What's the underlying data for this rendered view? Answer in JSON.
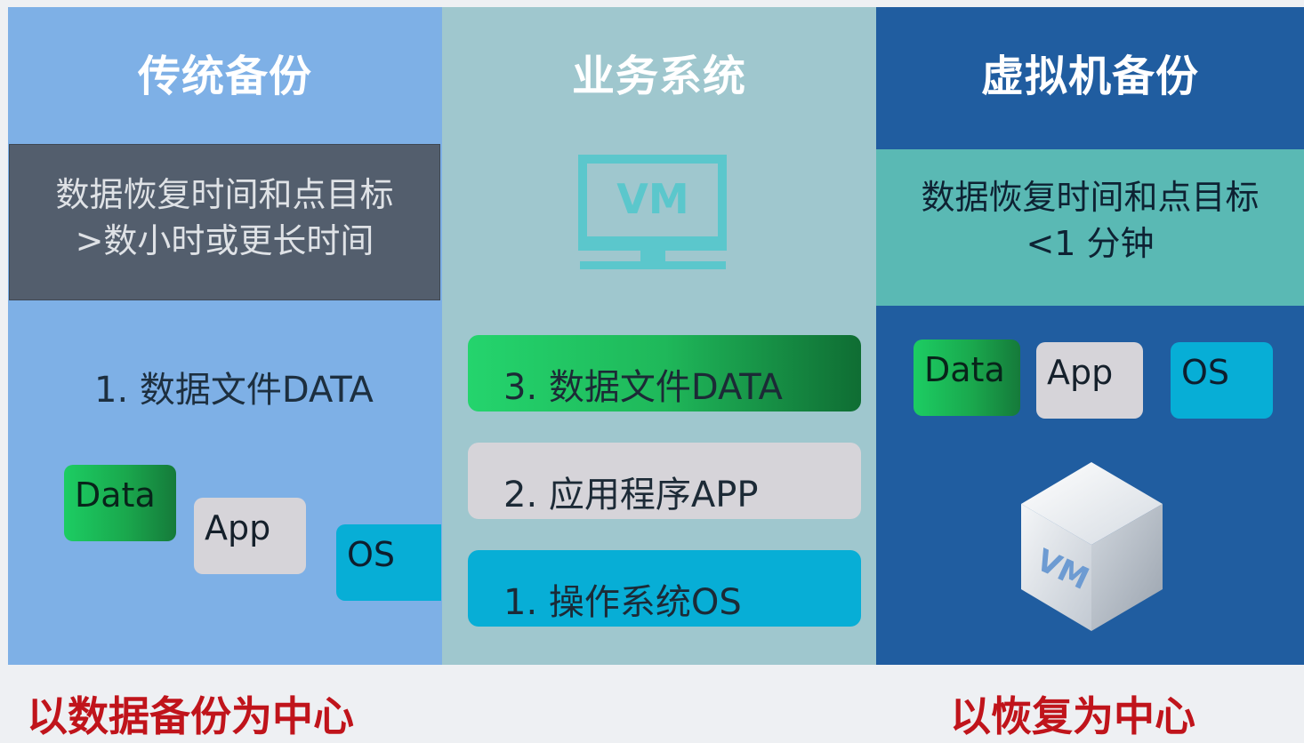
{
  "columns": {
    "left": {
      "title": "传统备份",
      "recovery_line1": "数据恢复时间和点目标",
      "recovery_line2": ">数小时或更长时间",
      "layer_label": "1. 数据文件DATA",
      "chips": {
        "data": "Data",
        "app": "App",
        "os": "OS"
      }
    },
    "middle": {
      "title": "业务系统",
      "monitor_text": "VM",
      "layers": {
        "data": "3. 数据文件DATA",
        "app": "2.  应用程序APP",
        "os": "1.  操作系统OS"
      }
    },
    "right": {
      "title": "虚拟机备份",
      "recovery_line1": "数据恢复时间和点目标",
      "recovery_line2": "<1 分钟",
      "chips": {
        "data": "Data",
        "app": "App",
        "os": "OS"
      },
      "cube_text": "VM"
    }
  },
  "footer": {
    "left": "以数据备份为中心",
    "right": "以恢复为中心"
  },
  "colors": {
    "left_bg": "#7eb0e6",
    "middle_bg": "#9fc7ce",
    "right_bg": "#205da0",
    "footer_text": "#c0141b",
    "data_green": "#1ccd63",
    "os_cyan": "#07aed6",
    "app_gray": "#d6d4d9"
  },
  "icons": [
    "monitor-vm-icon",
    "vm-cube-icon"
  ]
}
